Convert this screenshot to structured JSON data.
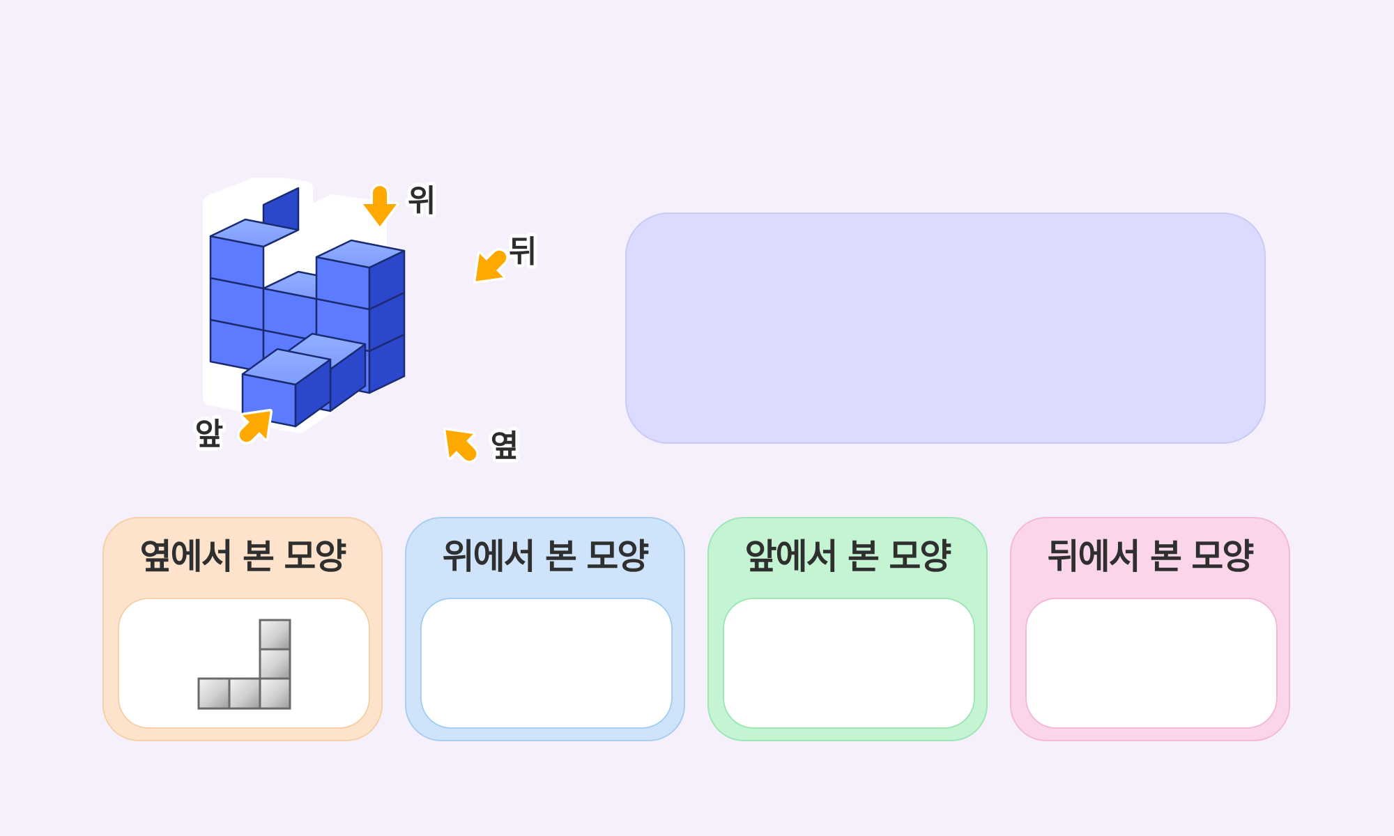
{
  "figure": {
    "labels": {
      "top": "위",
      "back": "뒤",
      "front": "앞",
      "side": "옆"
    },
    "colors": {
      "cube_front": "#5c7bfe",
      "cube_side": "#2b48cd",
      "cube_top": "#8aaafe",
      "cube_outline": "#1b2b72",
      "arrow": "#ffa800"
    }
  },
  "answer_box": {
    "color": "#dadbfe"
  },
  "cards": [
    {
      "id": "side",
      "title": "옆에서 본 모양",
      "color": "#fde3cc"
    },
    {
      "id": "top",
      "title": "위에서 본 모양",
      "color": "#cfe4fa"
    },
    {
      "id": "front",
      "title": "앞에서 본 모양",
      "color": "#c4f4d2"
    },
    {
      "id": "back",
      "title": "뒤에서 본 모양",
      "color": "#fbd6ea"
    }
  ]
}
